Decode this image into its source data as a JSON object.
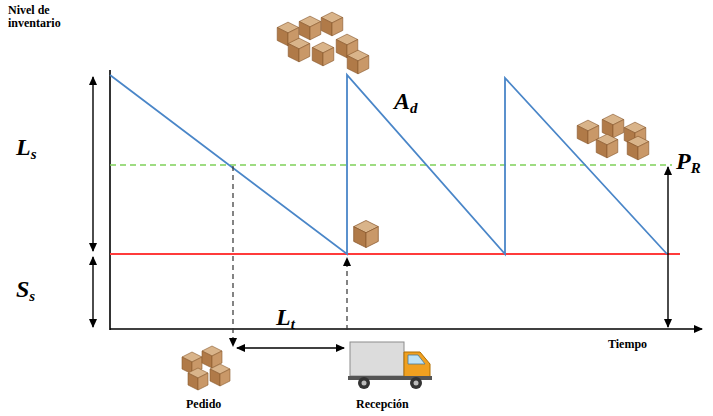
{
  "diagram": {
    "labels": [
      "Nivel de inventario",
      "Ls",
      "Ss",
      "Lt",
      "Ad",
      "PR",
      "Tiempo",
      "Pedido",
      "Recepción"
    ]
  }
}
